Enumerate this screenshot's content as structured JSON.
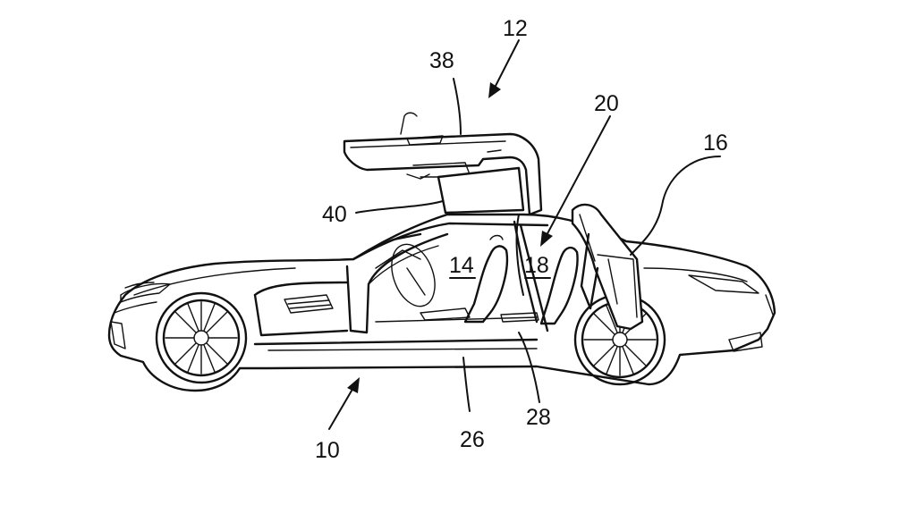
{
  "figure": {
    "labels": {
      "vehicle": "10",
      "doors": "12",
      "front_seat_area": "14",
      "rear_door": "16",
      "rear_seat_area": "18",
      "rear_opening": "20",
      "sill": "26",
      "b_pillar": "28",
      "front_door": "38",
      "front_door_lower": "40"
    },
    "underlined_labels": [
      "14",
      "18"
    ]
  }
}
